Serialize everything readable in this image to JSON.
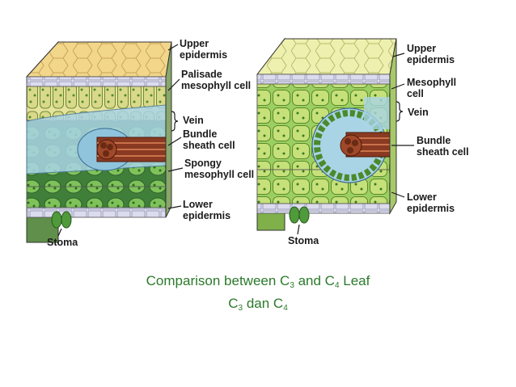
{
  "c3_labels": {
    "upper_epidermis": [
      "Upper",
      "epidermis"
    ],
    "palisade": [
      "Palisade",
      "mesophyll cell"
    ],
    "vein": "Vein",
    "bundle_sheath": [
      "Bundle",
      "sheath cell"
    ],
    "spongy": [
      "Spongy",
      "mesophyll cell"
    ],
    "lower_epidermis": [
      "Lower",
      "epidermis"
    ],
    "stoma": "Stoma"
  },
  "c4_labels": {
    "upper_epidermis": [
      "Upper",
      "epidermis"
    ],
    "mesophyll": [
      "Mesophyll",
      "cell"
    ],
    "vein": "Vein",
    "bundle_sheath": [
      "Bundle",
      "sheath cell"
    ],
    "lower_epidermis": [
      "Lower",
      "epidermis"
    ],
    "stoma": "Stoma"
  },
  "caption": {
    "line1_a": "Comparison between C",
    "line1_sub1": "3",
    "line1_b": " and C",
    "line1_sub2": "4",
    "line1_c": " Leaf",
    "line2_a": "C",
    "line2_sub1": "3",
    "line2_b": " dan C",
    "line2_sub2": "4"
  },
  "colors": {
    "epidermis_top": "#f2d68a",
    "palisade": "#e8e4a0",
    "mesophyll_green": "#7fc25a",
    "vein_blue": "#a9d4e6",
    "vein_core": "#8a3a22",
    "caption": "#2b7a2b"
  }
}
